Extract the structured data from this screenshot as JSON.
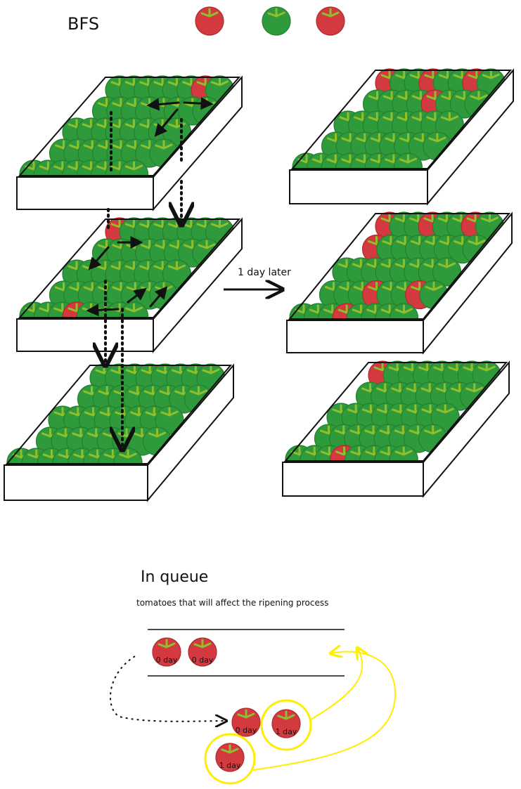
{
  "title": "BFS",
  "colors": {
    "ripe": "#d23a3f",
    "unripe": "#2f9a3c",
    "leaf": "#8fbf2a",
    "outline": "#111111",
    "highlight": "#ffee00"
  },
  "legend": [
    "ripe",
    "unripe",
    "ripe"
  ],
  "arrow_label": "1 day later",
  "stack_before": [
    {
      "ripe": [
        [
          6,
          0
        ]
      ]
    },
    {
      "ripe": [
        [
          0,
          0
        ],
        [
          3,
          4
        ]
      ]
    },
    {
      "ripe": []
    }
  ],
  "stack_after": [
    {
      "ripe": [
        [
          0,
          0
        ],
        [
          3,
          0
        ],
        [
          6,
          0
        ],
        [
          4,
          1
        ]
      ]
    },
    {
      "ripe": [
        [
          0,
          0
        ],
        [
          3,
          0
        ],
        [
          6,
          0
        ],
        [
          0,
          1
        ],
        [
          3,
          3
        ],
        [
          6,
          3
        ],
        [
          3,
          4
        ]
      ]
    },
    {
      "ripe": [
        [
          0,
          0
        ],
        [
          3,
          4
        ]
      ]
    }
  ],
  "queue": {
    "title": "In queue",
    "subtitle": "tomatoes that will affect the ripening process",
    "items": [
      {
        "label": "0 day"
      },
      {
        "label": "0 day"
      }
    ],
    "outside": [
      {
        "label": "0 day"
      },
      {
        "label": "1 day"
      },
      {
        "label": "1 day"
      }
    ]
  }
}
